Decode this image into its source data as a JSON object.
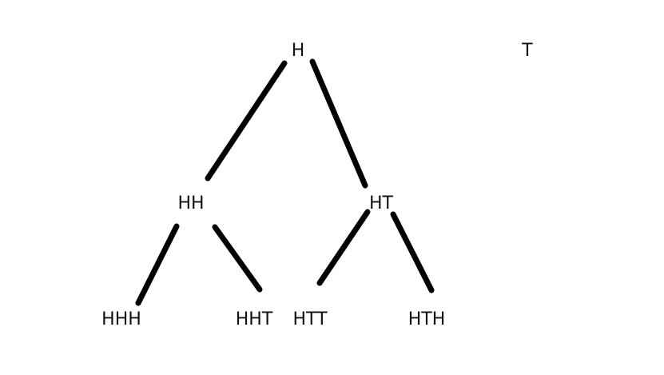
{
  "nodes": {
    "root": "H",
    "root_alt": "T",
    "hh": "HH",
    "ht": "HT",
    "hhh": "HHH",
    "hht": "HHT",
    "htt": "HTT",
    "hth": "HTH"
  },
  "edges": [
    {
      "from": "H",
      "to": "HH"
    },
    {
      "from": "H",
      "to": "HT"
    },
    {
      "from": "HH",
      "to": "HHH"
    },
    {
      "from": "HH",
      "to": "HHT"
    },
    {
      "from": "HT",
      "to": "HTT"
    },
    {
      "from": "HT",
      "to": "HTH"
    }
  ]
}
